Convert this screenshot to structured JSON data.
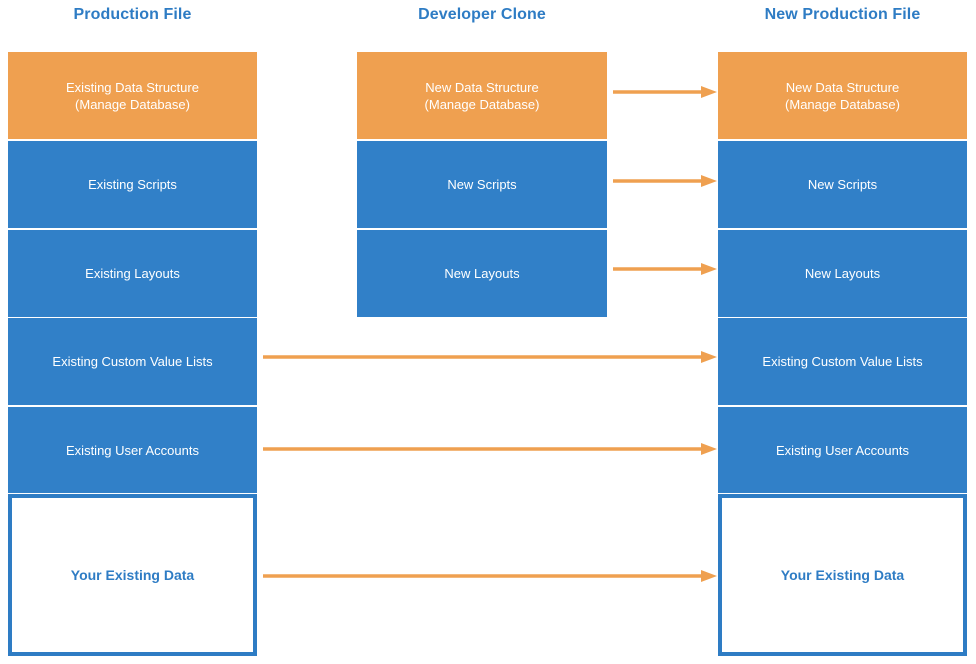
{
  "columns": [
    {
      "id": "production-file",
      "title": "Production File"
    },
    {
      "id": "developer-clone",
      "title": "Developer Clone"
    },
    {
      "id": "new-production-file",
      "title": "New Production File"
    }
  ],
  "colors": {
    "orange": "#EFA050",
    "blue": "#3180C8",
    "title_blue": "#2E7CC4",
    "arrow": "#EFA050",
    "background": "#FFFFFF"
  },
  "production_file": {
    "blocks": [
      {
        "name": "existing-data-structure",
        "line1": "Existing Data Structure",
        "line2": "(Manage Database)",
        "style": "orange"
      },
      {
        "name": "existing-scripts",
        "line1": "Existing Scripts",
        "line2": "",
        "style": "blue"
      },
      {
        "name": "existing-layouts",
        "line1": "Existing Layouts",
        "line2": "",
        "style": "blue"
      },
      {
        "name": "existing-custom-value-lists",
        "line1": "Existing Custom Value Lists",
        "line2": "",
        "style": "blue"
      },
      {
        "name": "existing-user-accounts",
        "line1": "Existing User Accounts",
        "line2": "",
        "style": "blue"
      },
      {
        "name": "your-existing-data",
        "line1": "Your Existing Data",
        "line2": "",
        "style": "hollow"
      }
    ]
  },
  "developer_clone": {
    "blocks": [
      {
        "name": "new-data-structure",
        "line1": "New Data Structure",
        "line2": "(Manage Database)",
        "style": "orange"
      },
      {
        "name": "new-scripts",
        "line1": "New Scripts",
        "line2": "",
        "style": "blue"
      },
      {
        "name": "new-layouts",
        "line1": "New Layouts",
        "line2": "",
        "style": "blue"
      }
    ]
  },
  "new_production_file": {
    "blocks": [
      {
        "name": "new-data-structure",
        "line1": "New Data Structure",
        "line2": "(Manage Database)",
        "style": "orange"
      },
      {
        "name": "new-scripts",
        "line1": "New Scripts",
        "line2": "",
        "style": "blue"
      },
      {
        "name": "new-layouts",
        "line1": "New Layouts",
        "line2": "",
        "style": "blue"
      },
      {
        "name": "existing-custom-value-lists",
        "line1": "Existing Custom Value Lists",
        "line2": "",
        "style": "blue"
      },
      {
        "name": "existing-user-accounts",
        "line1": "Existing User Accounts",
        "line2": "",
        "style": "blue"
      },
      {
        "name": "your-existing-data",
        "line1": "Your Existing Data",
        "line2": "",
        "style": "hollow"
      }
    ]
  },
  "arrows": [
    {
      "name": "arrow-new-data-structure",
      "from": "developer-clone",
      "to": "new-production-file"
    },
    {
      "name": "arrow-new-scripts",
      "from": "developer-clone",
      "to": "new-production-file"
    },
    {
      "name": "arrow-new-layouts",
      "from": "developer-clone",
      "to": "new-production-file"
    },
    {
      "name": "arrow-existing-custom-value-lists",
      "from": "production-file",
      "to": "new-production-file"
    },
    {
      "name": "arrow-existing-user-accounts",
      "from": "production-file",
      "to": "new-production-file"
    },
    {
      "name": "arrow-your-existing-data",
      "from": "production-file",
      "to": "new-production-file"
    }
  ]
}
